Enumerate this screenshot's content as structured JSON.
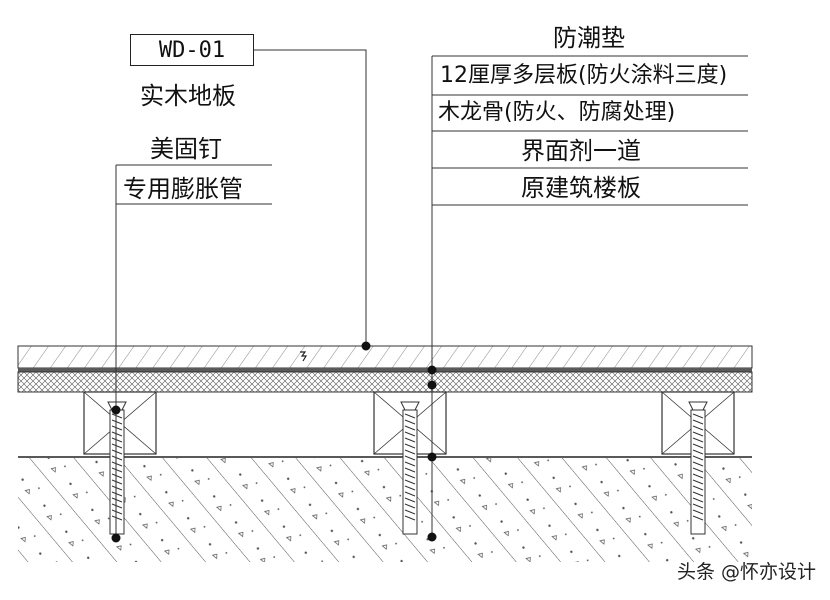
{
  "labels": {
    "code": "WD-01",
    "wood_floor": "实木地板",
    "nail": "美固钉",
    "anchor": "专用膨胀管",
    "moisture_pad": "防潮垫",
    "plywood": "12厘厚多层板(防火涂料三度)",
    "keel": "木龙骨(防火、防腐处理)",
    "interface_agent": "界面剂一道",
    "slab": "原建筑楼板"
  },
  "watermark": "头条 @怀亦设计"
}
